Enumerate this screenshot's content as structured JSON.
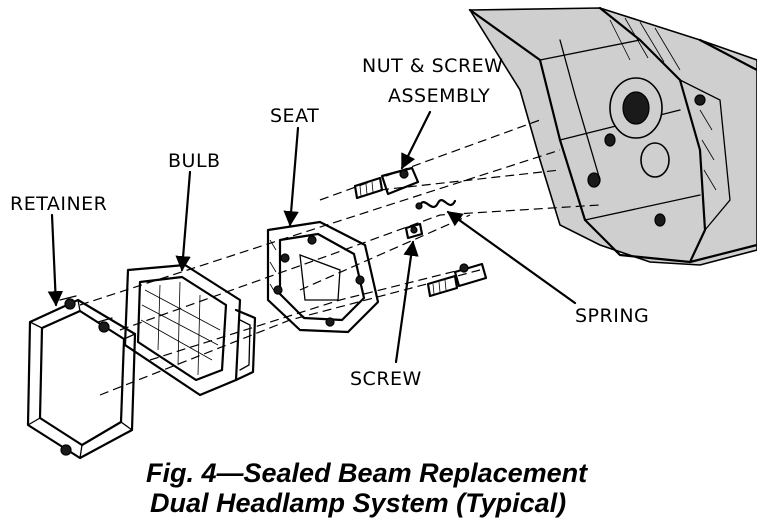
{
  "labels": {
    "retainer": "RETAINER",
    "bulb": "BULB",
    "seat": "SEAT",
    "nut_screw_line1": "NUT & SCREW",
    "nut_screw_line2": "ASSEMBLY",
    "spring": "SPRING",
    "screw": "SCREW"
  },
  "caption": {
    "line1": "Fig. 4—Sealed Beam Replacement",
    "line2": "Dual Headlamp System (Typical)"
  }
}
